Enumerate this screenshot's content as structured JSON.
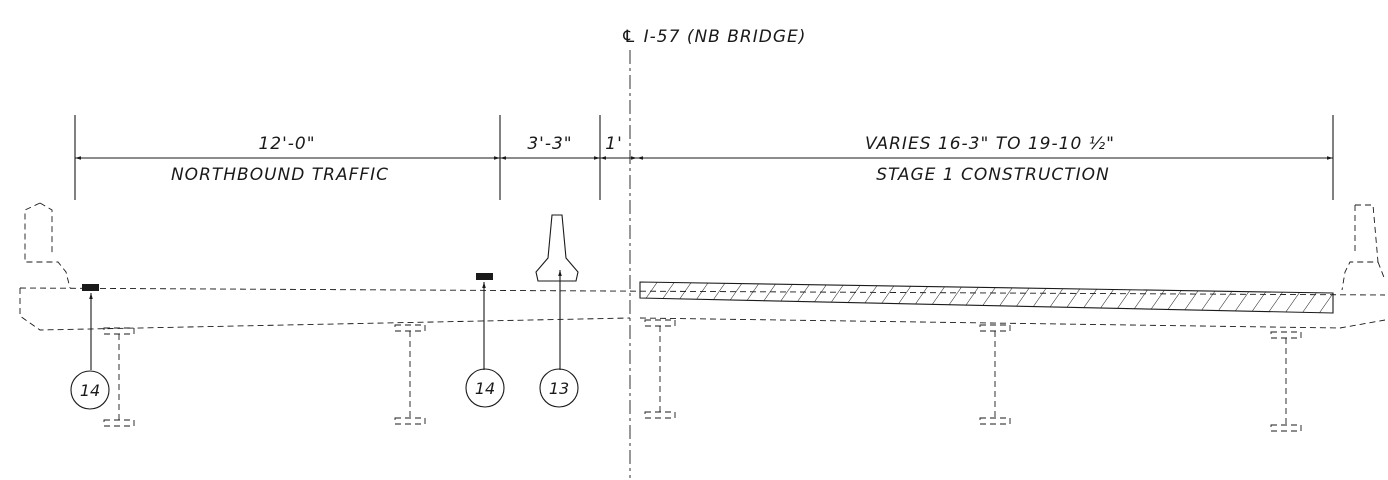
{
  "centerline_label": "℄ I-57 (NB BRIDGE)",
  "dimensions": {
    "lane_width": "12'-0\"",
    "lane_caption": "NORTHBOUND TRAFFIC",
    "offset_1": "3'-3\"",
    "offset_2": "1'",
    "stage_width_prefix": "VARIES 16-3\" TO 19-10 ",
    "stage_width_fraction": "½",
    "stage_width_suffix": "\"",
    "stage_caption": "STAGE 1 CONSTRUCTION"
  },
  "callouts": [
    {
      "number": "14"
    },
    {
      "number": "14"
    },
    {
      "number": "13"
    }
  ]
}
